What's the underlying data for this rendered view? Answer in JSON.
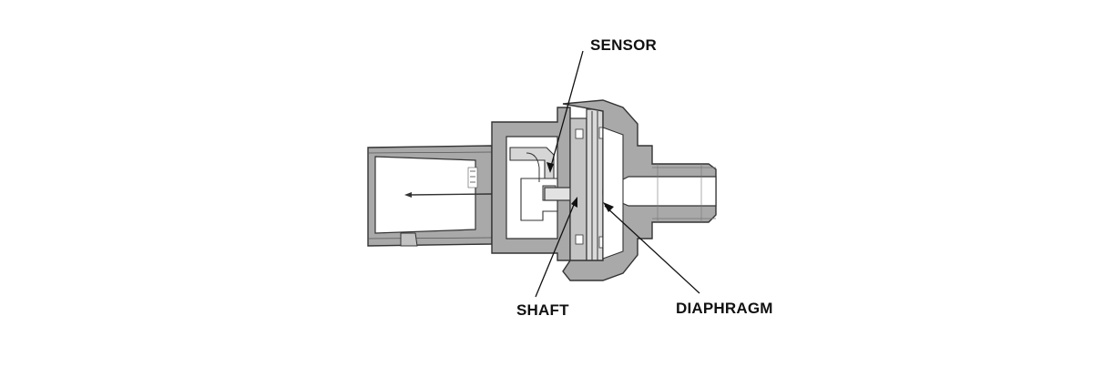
{
  "labels": {
    "sensor": "SENSOR",
    "shaft": "SHAFT",
    "diaphragm": "DIAPHRAGM"
  },
  "colors": {
    "body_fill": "#a8a8a8",
    "body_light": "#d4d4d4",
    "outline": "#333333",
    "background": "#ffffff"
  },
  "icons": {
    "part": "pressure-sensor-cross-section"
  }
}
